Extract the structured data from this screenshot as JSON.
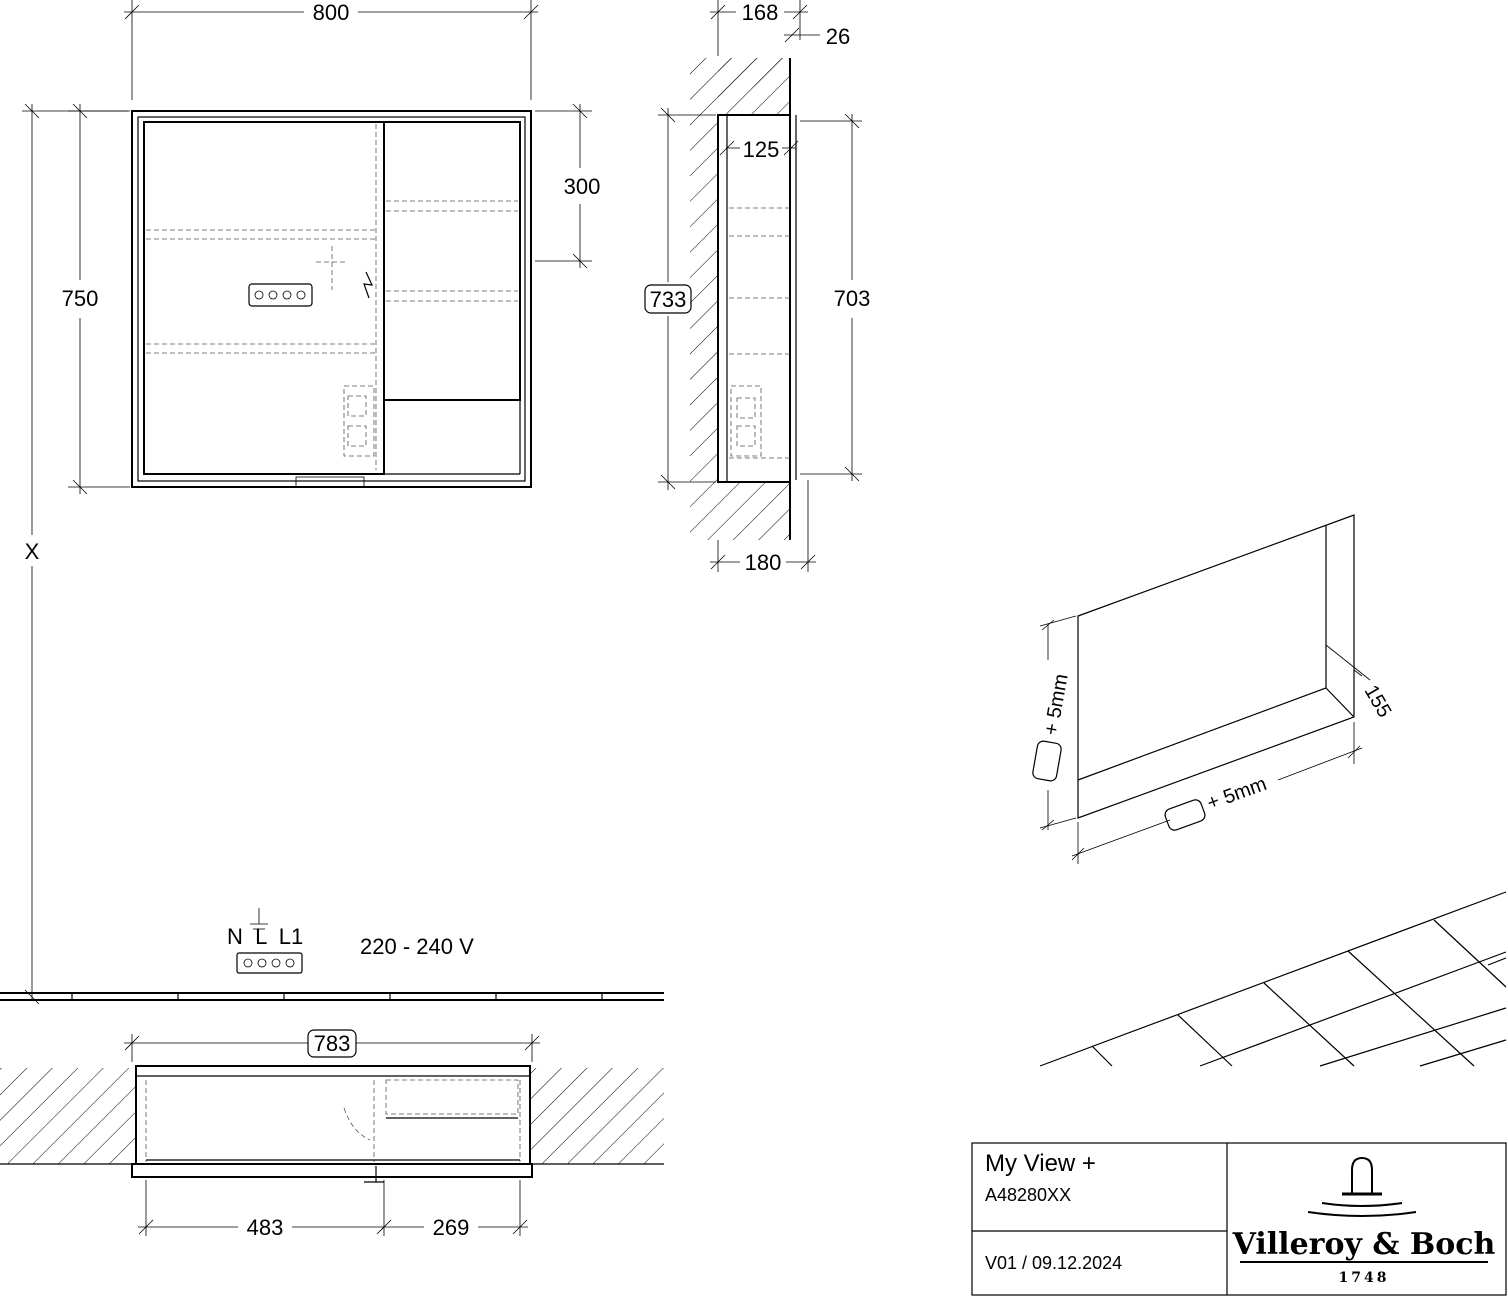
{
  "front_view": {
    "width_label": "800",
    "height_label": "750",
    "shelf_offset_label": "300",
    "mount_height_label": "X"
  },
  "side_view": {
    "depth_total_label": "168",
    "door_depth_label": "26",
    "inner_depth_label": "125",
    "height_outer_label": "733",
    "height_inner_label": "703",
    "recess_depth_label": "180"
  },
  "electrical": {
    "terminal_labels": "N  L  L1",
    "voltage_label": "220 - 240 V"
  },
  "top_view": {
    "recess_width_label": "783",
    "left_section_label": "483",
    "right_section_label": "269"
  },
  "iso_view": {
    "depth_label": "155",
    "height_tolerance_label": "+ 5mm",
    "width_tolerance_label": "+ 5mm"
  },
  "title_block": {
    "product_name": "My View +",
    "article_number": "A48280XX",
    "version": "V01 / 09.12.2024",
    "brand_name": "Villeroy & Boch",
    "brand_year": "1748"
  }
}
